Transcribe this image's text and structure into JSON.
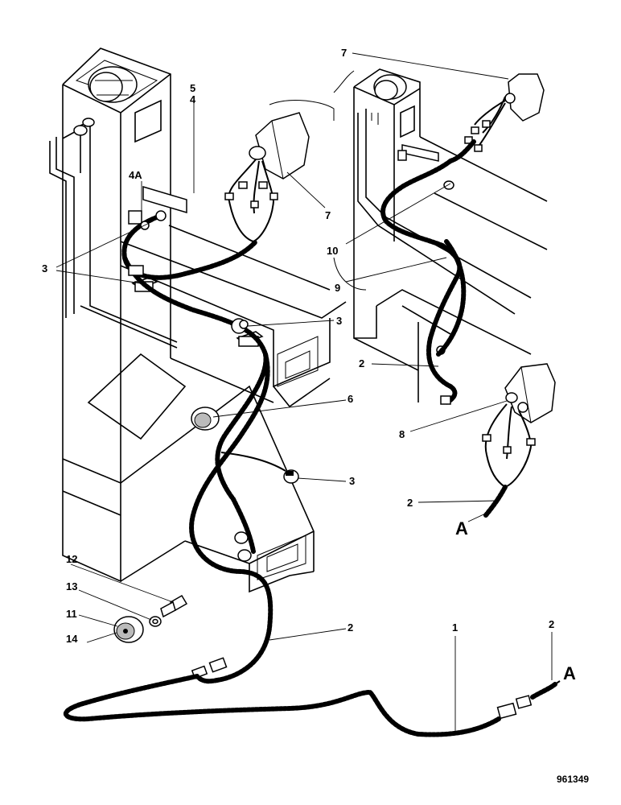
{
  "figure": {
    "reference_number": "961349"
  },
  "callouts": [
    {
      "id": "c-7-top",
      "text": "7"
    },
    {
      "id": "c-5",
      "text": "5"
    },
    {
      "id": "c-4",
      "text": "4"
    },
    {
      "id": "c-4a",
      "text": "4A"
    },
    {
      "id": "c-7-mid",
      "text": "7"
    },
    {
      "id": "c-3-left",
      "text": "3"
    },
    {
      "id": "c-3-mid",
      "text": "3"
    },
    {
      "id": "c-10",
      "text": "10"
    },
    {
      "id": "c-9",
      "text": "9"
    },
    {
      "id": "c-2-right",
      "text": "2"
    },
    {
      "id": "c-6",
      "text": "6"
    },
    {
      "id": "c-8",
      "text": "8"
    },
    {
      "id": "c-3-lower",
      "text": "3"
    },
    {
      "id": "c-2-lamp",
      "text": "2"
    },
    {
      "id": "c-a-lamp",
      "text": "A"
    },
    {
      "id": "c-12",
      "text": "12"
    },
    {
      "id": "c-13",
      "text": "13"
    },
    {
      "id": "c-11",
      "text": "11"
    },
    {
      "id": "c-14",
      "text": "14"
    },
    {
      "id": "c-2-bottom",
      "text": "2"
    },
    {
      "id": "c-1",
      "text": "1"
    },
    {
      "id": "c-2-end",
      "text": "2"
    },
    {
      "id": "c-a-end",
      "text": "A"
    }
  ]
}
